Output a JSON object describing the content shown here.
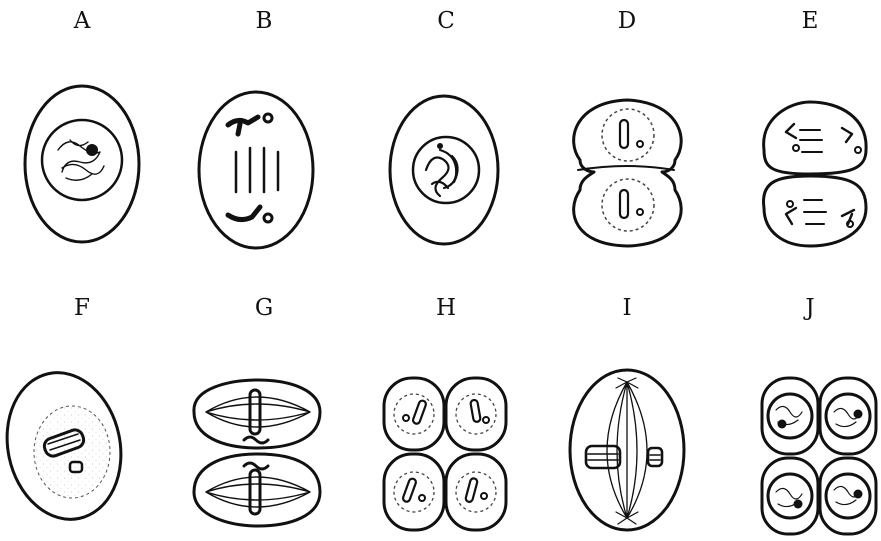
{
  "labels": [
    "A",
    "B",
    "C",
    "D",
    "E",
    "F",
    "G",
    "H",
    "I",
    "J"
  ]
}
